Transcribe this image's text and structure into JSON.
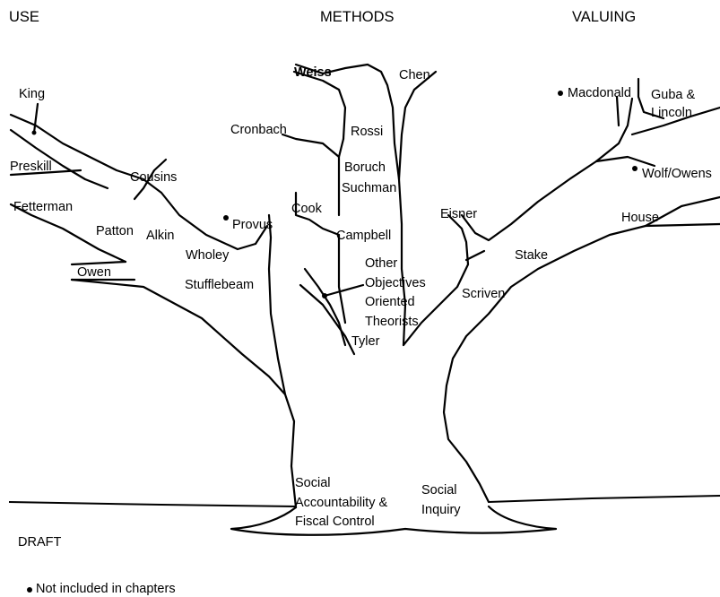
{
  "headings": {
    "use": "USE",
    "methods": "METHODS",
    "valuing": "VALUING"
  },
  "theorists": {
    "king": "King",
    "preskill": "Preskill",
    "fetterman": "Fetterman",
    "cousins": "Cousins",
    "patton": "Patton",
    "alkin": "Alkin",
    "provus": "Provus",
    "wholey": "Wholey",
    "owen": "Owen",
    "stufflebeam": "Stufflebeam",
    "weiss": "Weiss",
    "chen": "Chen",
    "cronbach": "Cronbach",
    "rossi": "Rossi",
    "boruch": "Boruch",
    "suchman": "Suchman",
    "cook": "Cook",
    "campbell": "Campbell",
    "other_objectives": "Other Objectives Oriented Theorists",
    "tyler": "Tyler",
    "macdonald": "Macdonald",
    "guba_lincoln": "Guba & Lincoln",
    "wolf_owens": "Wolf/Owens",
    "eisner": "Eisner",
    "house": "House",
    "stake": "Stake",
    "scriven": "Scriven"
  },
  "roots": {
    "social_accountability": "Social Accountability & Fiscal Control",
    "social_inquiry": "Social Inquiry"
  },
  "draft": "DRAFT",
  "legend": {
    "marker": "not-included-marker-icon",
    "text": "Not included in chapters"
  }
}
